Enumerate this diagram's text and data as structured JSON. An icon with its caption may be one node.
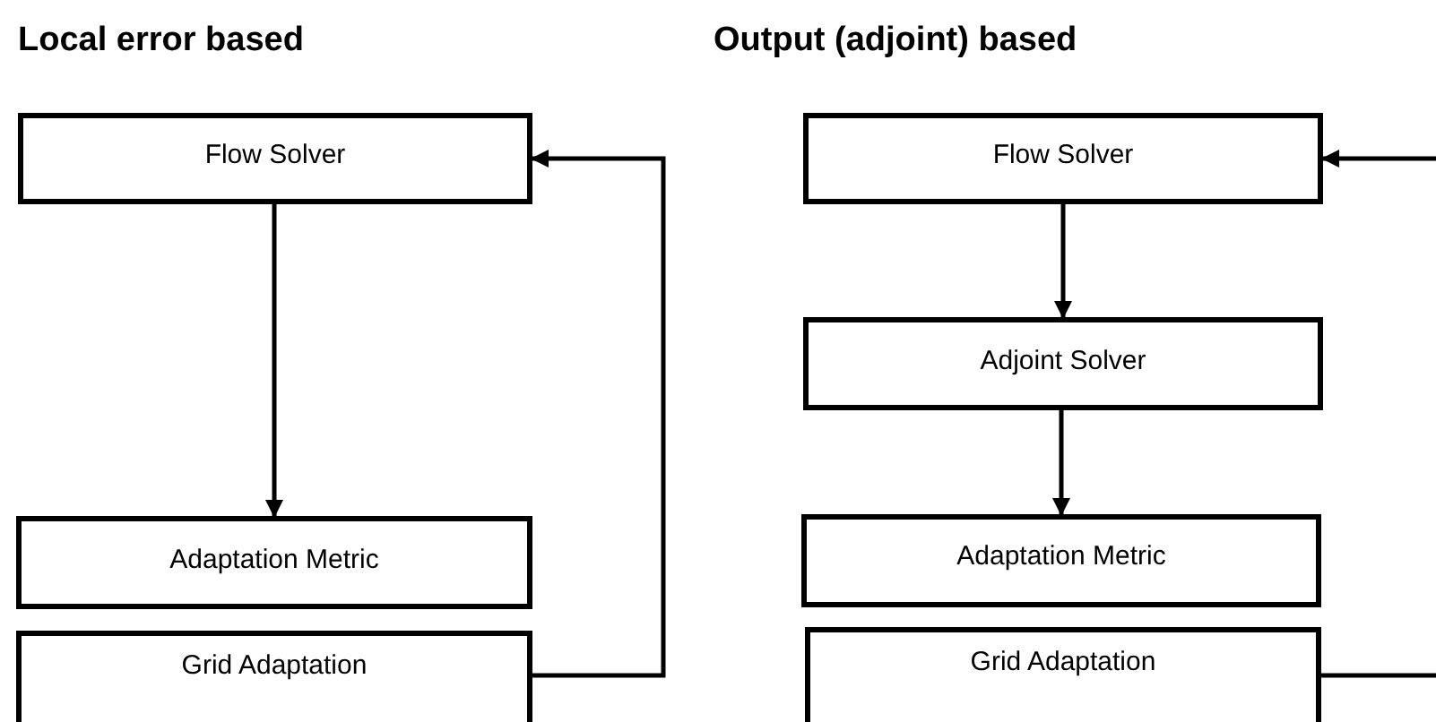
{
  "diagram": {
    "nodes": [
      {
        "text": [
          "Flow Solver"
        ]
      },
      {
        "text": [
          "Adaptation Metric"
        ]
      },
      {
        "text": [
          "Grid Adaptation"
        ]
      },
      {
        "text": [
          "Flow Solver"
        ]
      },
      {
        "text": [
          "Adjoint Solver"
        ]
      },
      {
        "text": [
          "Adaptation Metric"
        ]
      },
      {
        "text": [
          "Grid Adaptation"
        ]
      }
    ],
    "edges": [
      {
        "from": 0,
        "to": 1,
        "arrow": "to"
      },
      {
        "from": 2,
        "to": 0,
        "arrow": "to"
      },
      {
        "from": 3,
        "to": 4,
        "arrow": "to"
      },
      {
        "from": 4,
        "to": 5,
        "arrow": "to"
      },
      {
        "from": null,
        "to": 3,
        "arrow": "to"
      },
      {
        "from": 6,
        "to": null,
        "arrow": "none"
      }
    ],
    "labels": [
      "Local error based",
      "Output (adjoint) based"
    ]
  }
}
